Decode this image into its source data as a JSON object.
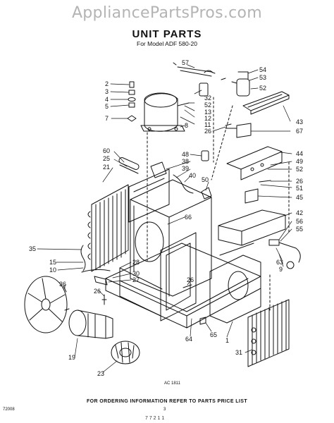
{
  "watermark": "AppliancePartsPros.com",
  "header": {
    "title": "UNIT PARTS",
    "subtitle": "For Model ADF 580-20"
  },
  "diagram": {
    "figure_code": "AC 1811",
    "callouts": [
      {
        "id": "57",
        "text": "57"
      },
      {
        "id": "54",
        "text": "54"
      },
      {
        "id": "53",
        "text": "53"
      },
      {
        "id": "52a",
        "text": "52"
      },
      {
        "id": "2",
        "text": "2"
      },
      {
        "id": "3",
        "text": "3"
      },
      {
        "id": "4",
        "text": "4"
      },
      {
        "id": "5",
        "text": "5"
      },
      {
        "id": "7",
        "text": "7"
      },
      {
        "id": "32",
        "text": "32"
      },
      {
        "id": "52b",
        "text": "52"
      },
      {
        "id": "13",
        "text": "13"
      },
      {
        "id": "12",
        "text": "12"
      },
      {
        "id": "11",
        "text": "11"
      },
      {
        "id": "8",
        "text": "8"
      },
      {
        "id": "43",
        "text": "43"
      },
      {
        "id": "26a",
        "text": "26"
      },
      {
        "id": "67",
        "text": "67"
      },
      {
        "id": "60",
        "text": "60"
      },
      {
        "id": "25",
        "text": "25"
      },
      {
        "id": "21",
        "text": "21"
      },
      {
        "id": "48",
        "text": "48"
      },
      {
        "id": "38",
        "text": "38"
      },
      {
        "id": "39",
        "text": "39"
      },
      {
        "id": "40",
        "text": "40"
      },
      {
        "id": "44",
        "text": "44"
      },
      {
        "id": "49",
        "text": "49"
      },
      {
        "id": "52c",
        "text": "52"
      },
      {
        "id": "26b",
        "text": "26"
      },
      {
        "id": "51",
        "text": "51"
      },
      {
        "id": "50",
        "text": "50"
      },
      {
        "id": "45",
        "text": "45"
      },
      {
        "id": "42",
        "text": "42"
      },
      {
        "id": "66",
        "text": "66"
      },
      {
        "id": "56",
        "text": "56"
      },
      {
        "id": "55",
        "text": "55"
      },
      {
        "id": "35",
        "text": "35"
      },
      {
        "id": "15",
        "text": "15"
      },
      {
        "id": "10",
        "text": "10"
      },
      {
        "id": "28",
        "text": "28"
      },
      {
        "id": "30",
        "text": "30"
      },
      {
        "id": "27",
        "text": "27"
      },
      {
        "id": "63",
        "text": "63"
      },
      {
        "id": "9",
        "text": "9"
      },
      {
        "id": "36",
        "text": "36"
      },
      {
        "id": "26c",
        "text": "26"
      },
      {
        "id": "26d",
        "text": "26"
      },
      {
        "id": "19",
        "text": "19"
      },
      {
        "id": "65",
        "text": "65"
      },
      {
        "id": "64",
        "text": "64"
      },
      {
        "id": "1",
        "text": "1"
      },
      {
        "id": "31",
        "text": "31"
      },
      {
        "id": "23",
        "text": "23"
      }
    ]
  },
  "footer": {
    "note": "FOR ORDERING INFORMATION REFER TO PARTS PRICE LIST",
    "left_code": "72008",
    "page_number": "3",
    "bottom_mark": "7 7 2   1   1"
  }
}
